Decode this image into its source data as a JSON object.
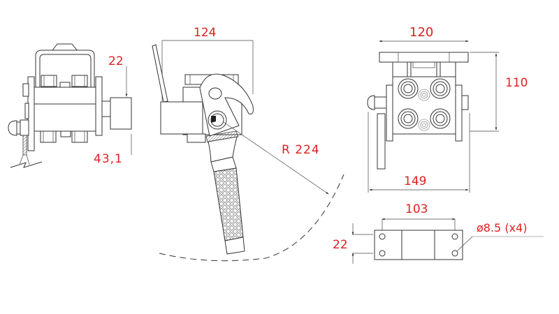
{
  "drawing": {
    "title": "Handle clamp technical drawing",
    "accent_color": "#e02020",
    "line_color": "#333333"
  },
  "views": {
    "side_view": {
      "dim_top": "22",
      "dim_bottom": "43,1"
    },
    "front_view": {
      "dim_width": "124",
      "dim_radius": "R 224"
    },
    "end_view": {
      "dim_top_width": "120",
      "dim_height": "110",
      "dim_bottom_width": "149"
    },
    "mounting_plate": {
      "dim_hole_spacing": "103",
      "dim_hole_pitch": "22",
      "hole_callout": "ø8.5 (x4)"
    }
  }
}
